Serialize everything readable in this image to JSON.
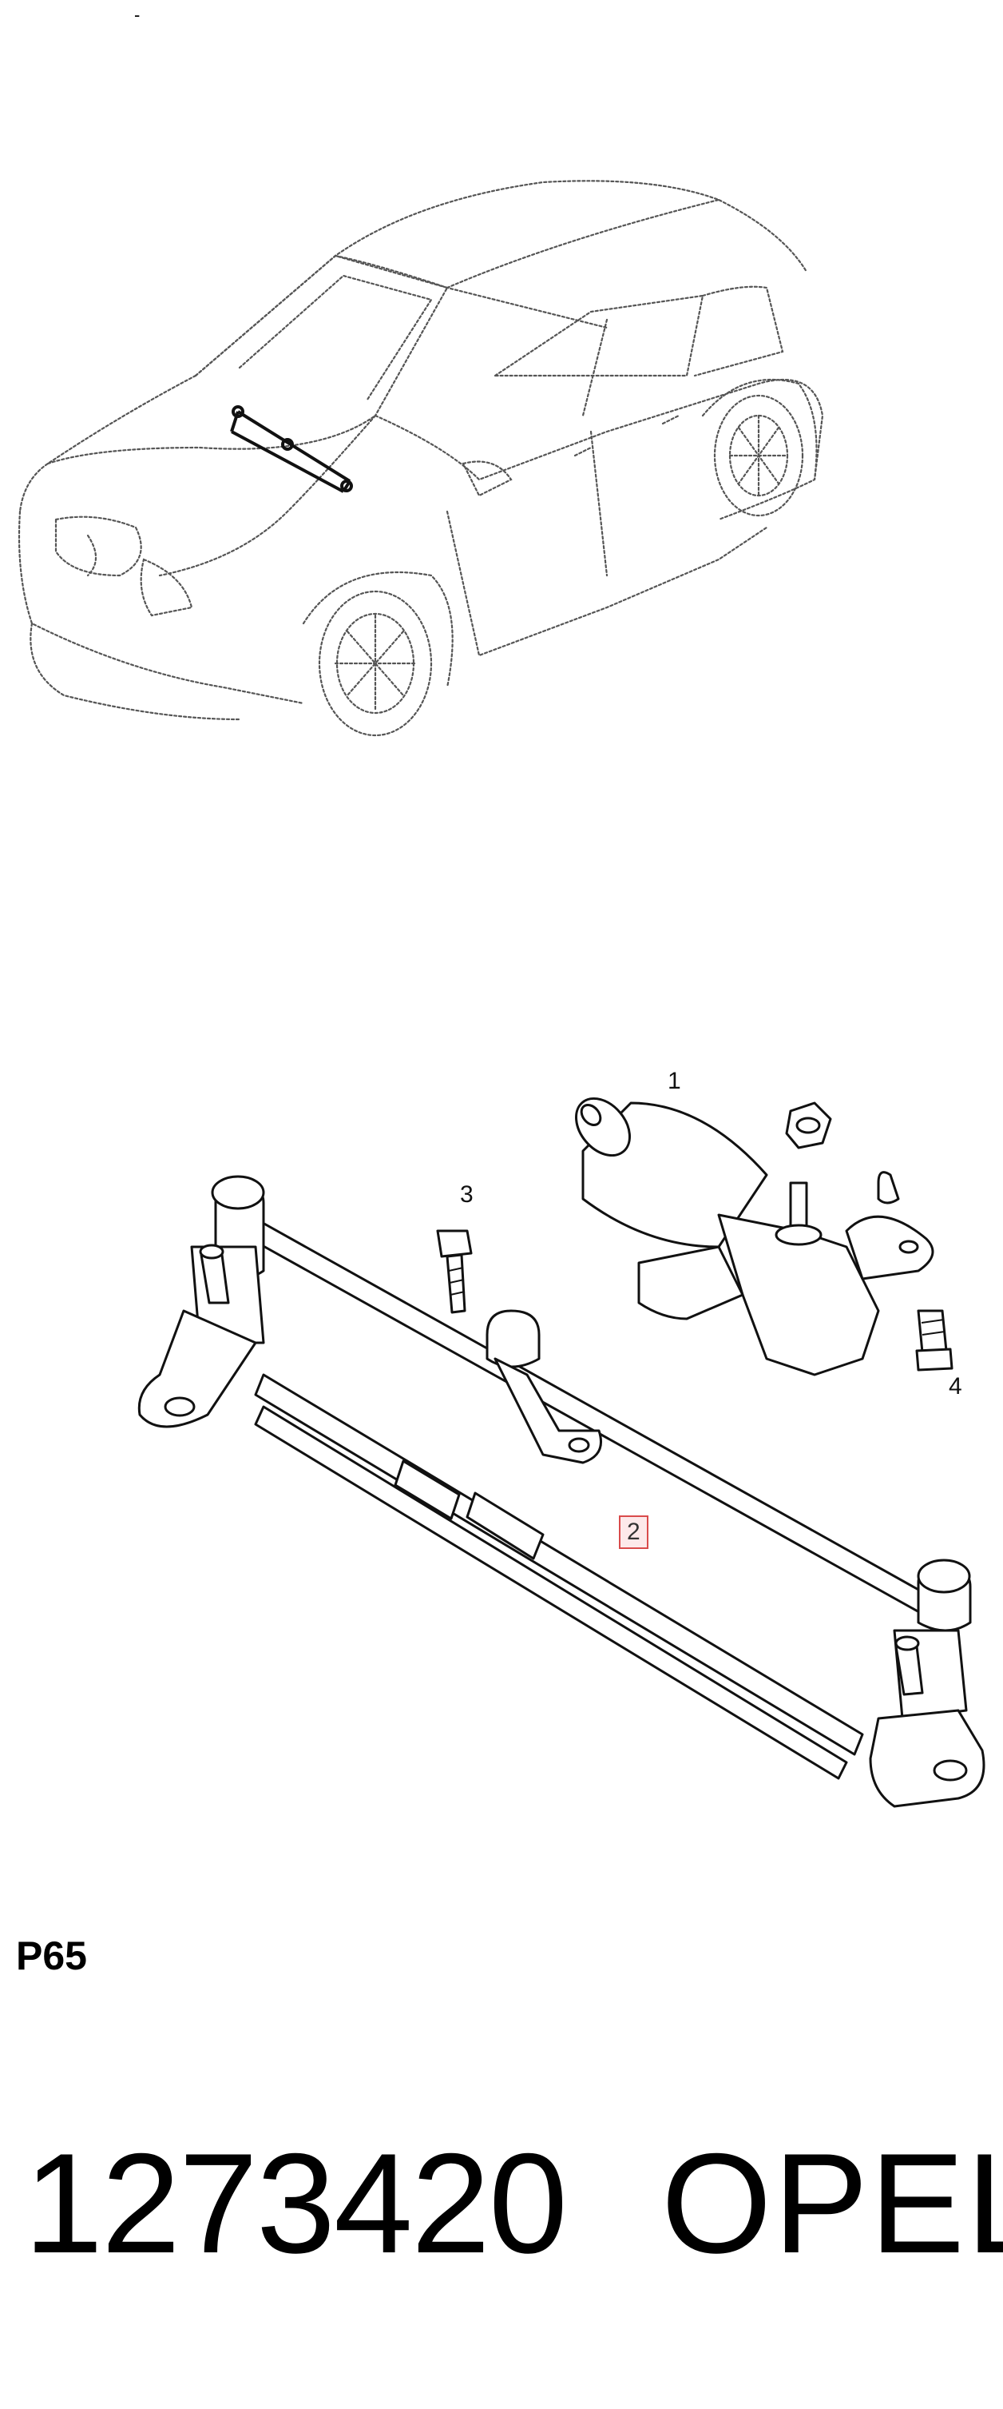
{
  "callouts": [
    "1",
    "2",
    "3",
    "4"
  ],
  "page_code": "P65",
  "part_number": "1273420",
  "brand": "OPEL",
  "highlight_color": "#d94b4b",
  "highlight_fill": "#fde9ea"
}
